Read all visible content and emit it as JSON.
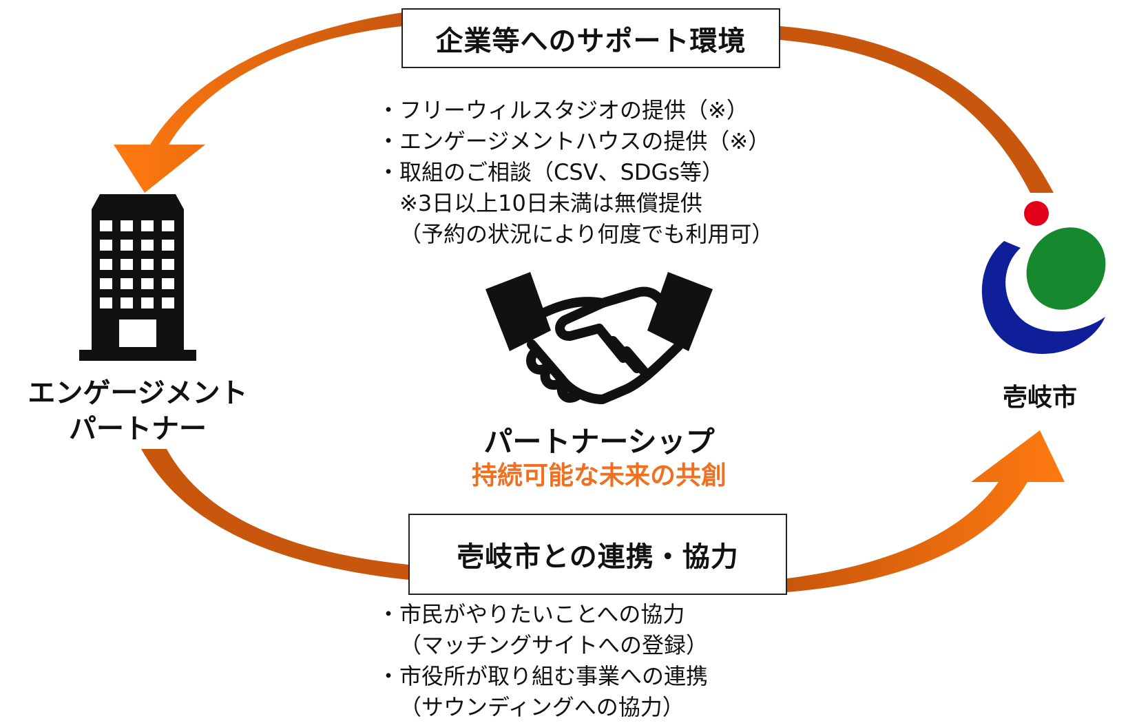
{
  "top_box": {
    "title": "企業等へのサポート環境"
  },
  "top_list": [
    "フリーウィルスタジオの提供（※）",
    "エンゲージメントハウスの提供（※）",
    "取組のご相談（CSV、SDGs等）"
  ],
  "top_note": [
    "※3日以上10日未満は無償提供",
    "（予約の状況により何度でも利用可）"
  ],
  "left_node": {
    "line1": "エンゲージメント",
    "line2": "パートナー",
    "icon": "office-building-icon"
  },
  "right_node": {
    "label": "壱岐市",
    "icon": "iki-city-emblem-icon"
  },
  "center": {
    "title": "パートナーシップ",
    "subtitle": "持続可能な未来の共創",
    "icon": "handshake-icon"
  },
  "bottom_box": {
    "title": "壱岐市との連携・協力"
  },
  "bottom_list": [
    {
      "main": "市民がやりたいことへの協力",
      "sub": "（マッチングサイトへの登録）"
    },
    {
      "main": "市役所が取り組む事業への連携",
      "sub": "（サウンディングへの協力）"
    }
  ],
  "colors": {
    "arrow_light": "#ff7a10",
    "arrow_dark": "#c2500a",
    "accent_text": "#f07020",
    "emblem_blue": "#0f1f9a",
    "emblem_green": "#16892e",
    "emblem_red": "#e3001b"
  }
}
